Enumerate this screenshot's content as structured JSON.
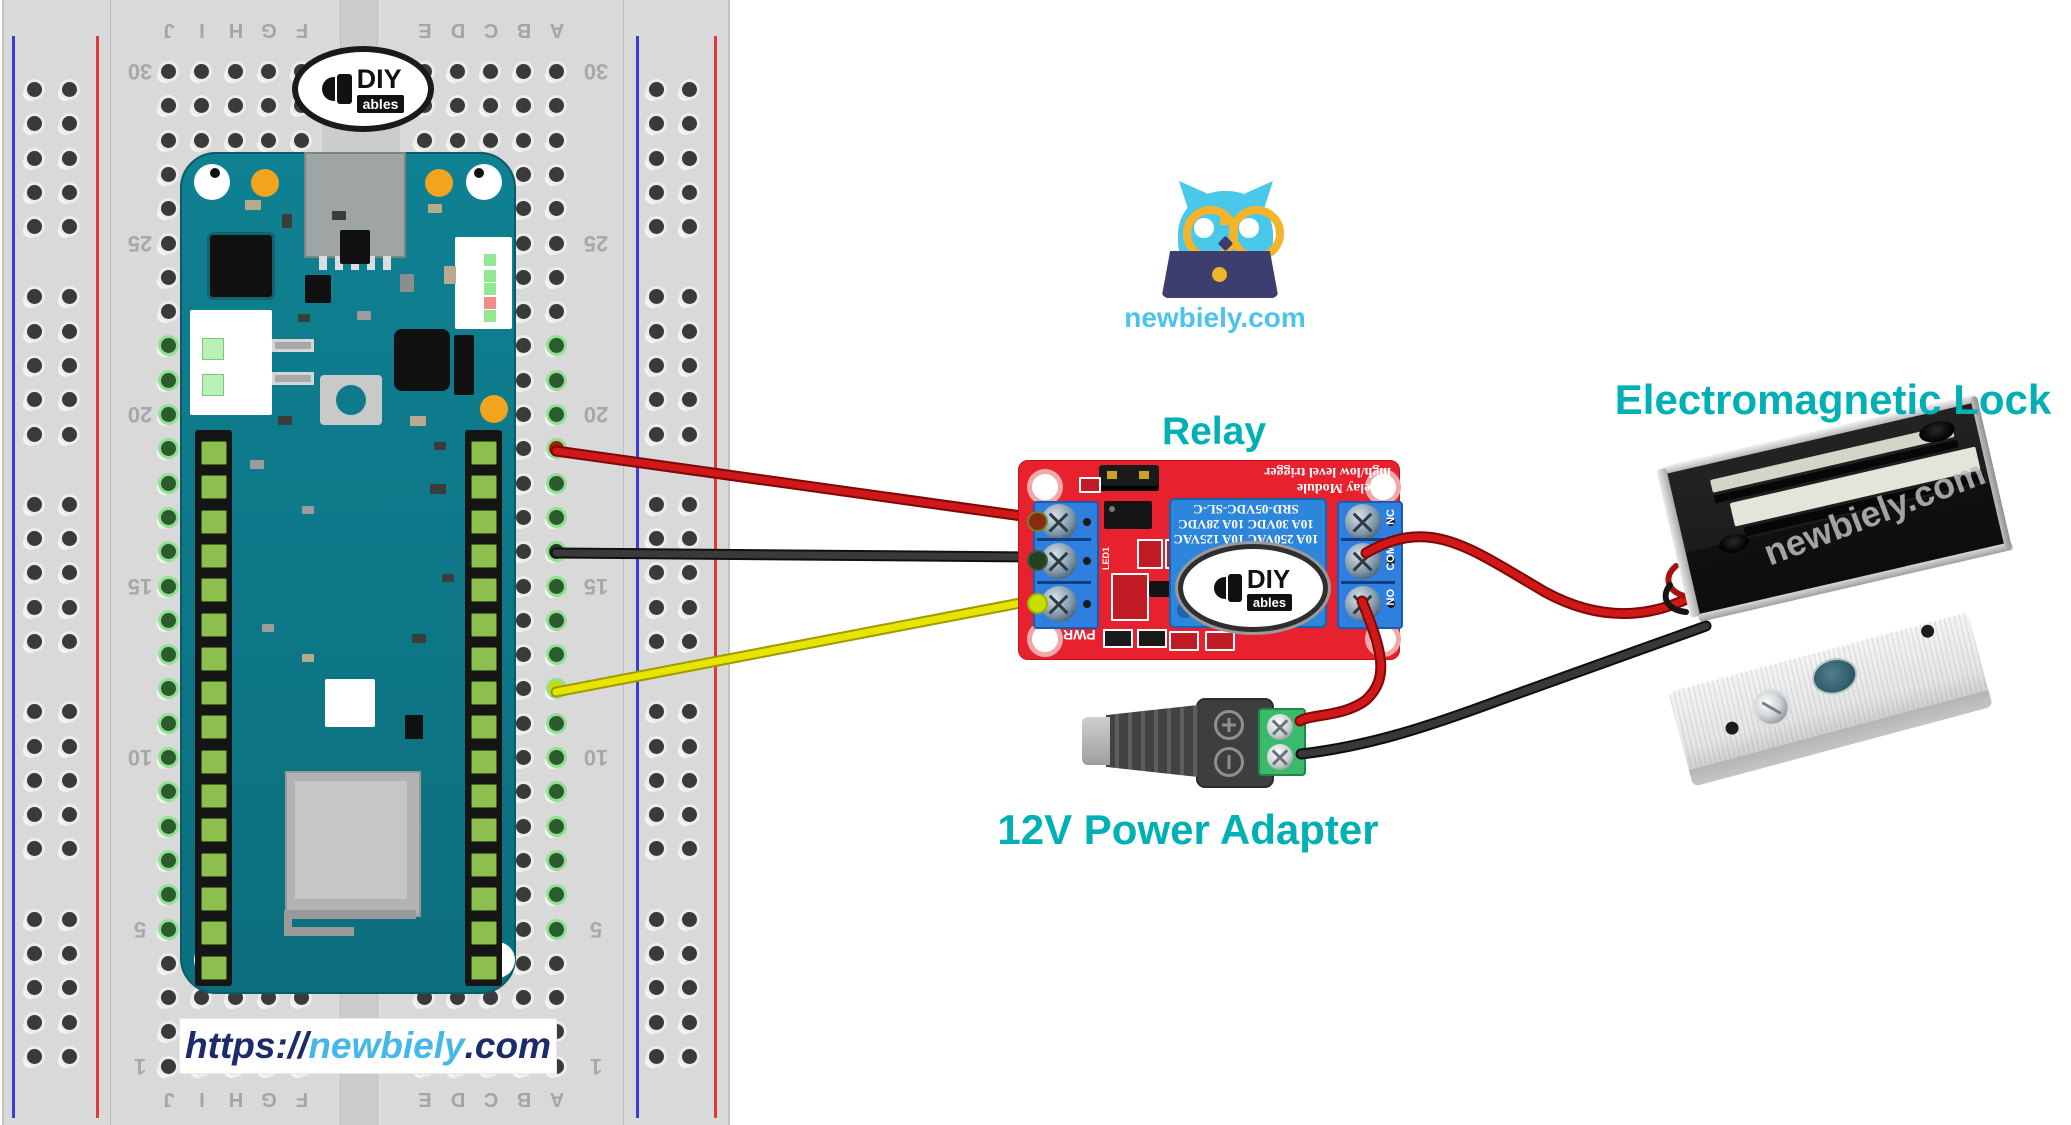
{
  "site": {
    "logo_text": "newbiely.com",
    "lock_watermark": "newbiely.com",
    "url": {
      "prefix": "https://",
      "name": "newbiely",
      "tld": ".com"
    }
  },
  "headings": {
    "relay": "Relay",
    "lock": "Electromagnetic Lock",
    "adapter": "12V Power Adapter"
  },
  "diyables": {
    "name": "DIY",
    "suffix": "ables"
  },
  "relay_board": {
    "silk_line1": "1 Relay Module",
    "silk_line2": "high/low level trigger",
    "relay_text_line1": "10A 250VAC 10A 125VAC",
    "relay_text_line2": "10A 30VDC 10A 28VDC",
    "relay_text_line3": "SRD-05VDC-SL-C",
    "pwr_label": "PWR",
    "led_label": "LED1",
    "terminals": [
      "NC",
      "COM",
      "NO"
    ]
  },
  "breadboard": {
    "letters_left": [
      "J",
      "I",
      "H",
      "G",
      "F"
    ],
    "letters_right": [
      "E",
      "D",
      "C",
      "B",
      "A"
    ],
    "row_numbers": [
      "30",
      "25",
      "20",
      "15",
      "10",
      "5",
      "1"
    ]
  },
  "wiring": [
    {
      "from": "breadboard-row-19-A",
      "to": "relay-left-terminal-1",
      "color": "red"
    },
    {
      "from": "breadboard-row-16-A",
      "to": "relay-left-terminal-2",
      "color": "black"
    },
    {
      "from": "breadboard-row-12-A",
      "to": "relay-left-terminal-3",
      "color": "yellow"
    },
    {
      "from": "relay-COM",
      "to": "electromagnetic-lock",
      "color": "red"
    },
    {
      "from": "relay-NO",
      "to": "power-adapter-terminal",
      "color": "red"
    },
    {
      "from": "power-adapter-terminal",
      "to": "electromagnetic-lock",
      "color": "black"
    }
  ],
  "colors": {
    "heading_teal": "#00b0b4",
    "logo_blue": "#4cc3ea",
    "url_navy": "#1b2b6b",
    "relay_pcb_red": "#e8212f",
    "relay_blue": "#2e86dc",
    "mkr_teal": "#0e7b8b",
    "wire_red": "#d01818",
    "wire_black": "#3a3a3a",
    "wire_yellow": "#e9e300",
    "adapter_green": "#3cb96a"
  }
}
